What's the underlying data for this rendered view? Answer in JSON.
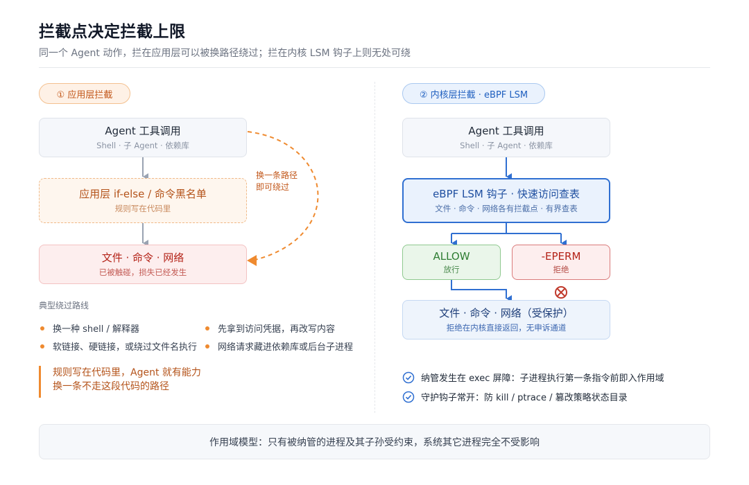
{
  "header": {
    "title": "拦截点决定拦截上限",
    "subtitle": "同一个 Agent 动作，拦在应用层可以被换路径绕过；拦在内核 LSM 钩子上则无处可绕"
  },
  "left": {
    "badge": "① 应用层拦截",
    "agent_box": {
      "title": "Agent 工具调用",
      "sub": "Shell · 子 Agent · 依赖库"
    },
    "app_box": {
      "title": "应用层 if-else / 命令黑名单",
      "sub": "规则写在代码里"
    },
    "target_box": {
      "title": "文件 · 命令 · 网络",
      "sub": "已被触碰，损失已经发生"
    },
    "bypass_note": [
      "换一条路径",
      "即可绕过"
    ],
    "section_label": "典型绕过路线",
    "bypass_routes": [
      "换一种 shell / 解释器",
      "软链接、硬链接，或绕过文件名执行",
      "先拿到访问凭据，再改写内容",
      "网络请求藏进依赖库或后台子进程"
    ],
    "callout": [
      "规则写在代码里，Agent 就有能力",
      "换一条不走这段代码的路径"
    ]
  },
  "right": {
    "badge": "② 内核层拦截 · eBPF LSM",
    "agent_box": {
      "title": "Agent 工具调用",
      "sub": "Shell · 子 Agent · 依赖库"
    },
    "lsm_box": {
      "title": "eBPF LSM 钩子 · 快速访问查表",
      "sub": "文件 · 命令 · 网络各有拦截点 · 有界查表"
    },
    "allow_box": {
      "title": "ALLOW",
      "sub": "放行"
    },
    "deny_box": {
      "title": "-EPERM",
      "sub": "拒绝"
    },
    "target_box": {
      "title": "文件 · 命令 · 网络（受保护）",
      "sub": "拒绝在内核直接返回，无申诉通道"
    },
    "checks": [
      "纳管发生在 exec 屏障：子进程执行第一条指令前即入作用域",
      "守护钩子常开：防 kill / ptrace / 篡改策略状态目录"
    ]
  },
  "footer": {
    "text": "作用域模型：只有被纳管的进程及其子孙受约束，系统其它进程完全不受影响"
  },
  "colors": {
    "orange": "#ef8a2f",
    "blue": "#2f6fd1",
    "gray_arrow": "#9aa3b2",
    "deny_red": "#c0392b"
  },
  "icons": [
    "check-circle-icon",
    "deny-circle-icon",
    "bullet-dot-icon"
  ]
}
